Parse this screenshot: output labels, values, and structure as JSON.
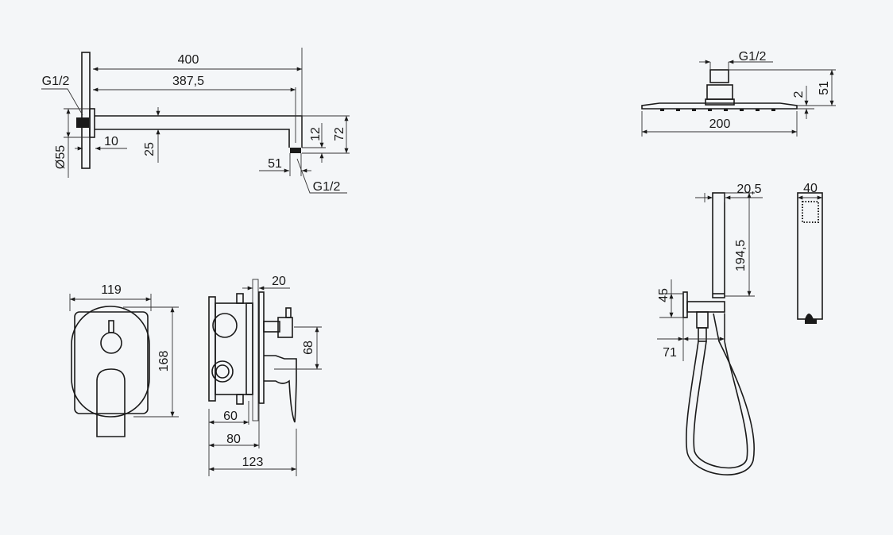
{
  "colors": {
    "background": "#f4f6f8",
    "line": "#1a1a1a"
  },
  "shower_arm": {
    "length_total": "400",
    "length_inner": "387,5",
    "thread_wall": "G1/2",
    "flange_diameter": "Ø55",
    "flange_depth": "10",
    "arm_height": "25",
    "outlet_offset": "12",
    "total_height": "72",
    "outlet_width": "51",
    "thread_outlet": "G1/2"
  },
  "mixer_front": {
    "width": "119",
    "height": "168"
  },
  "mixer_side": {
    "plate_depth": "20",
    "box_depth": "60",
    "mount_depth": "80",
    "total_depth": "123",
    "handle_offset": "68"
  },
  "head_shower": {
    "thread": "G1/2",
    "width": "200",
    "plate_thickness": "2",
    "height": "51"
  },
  "hand_shower": {
    "handle_width": "20,5",
    "handle_length": "194,5",
    "head_width": "40",
    "holder_height": "45",
    "holder_projection": "71"
  }
}
